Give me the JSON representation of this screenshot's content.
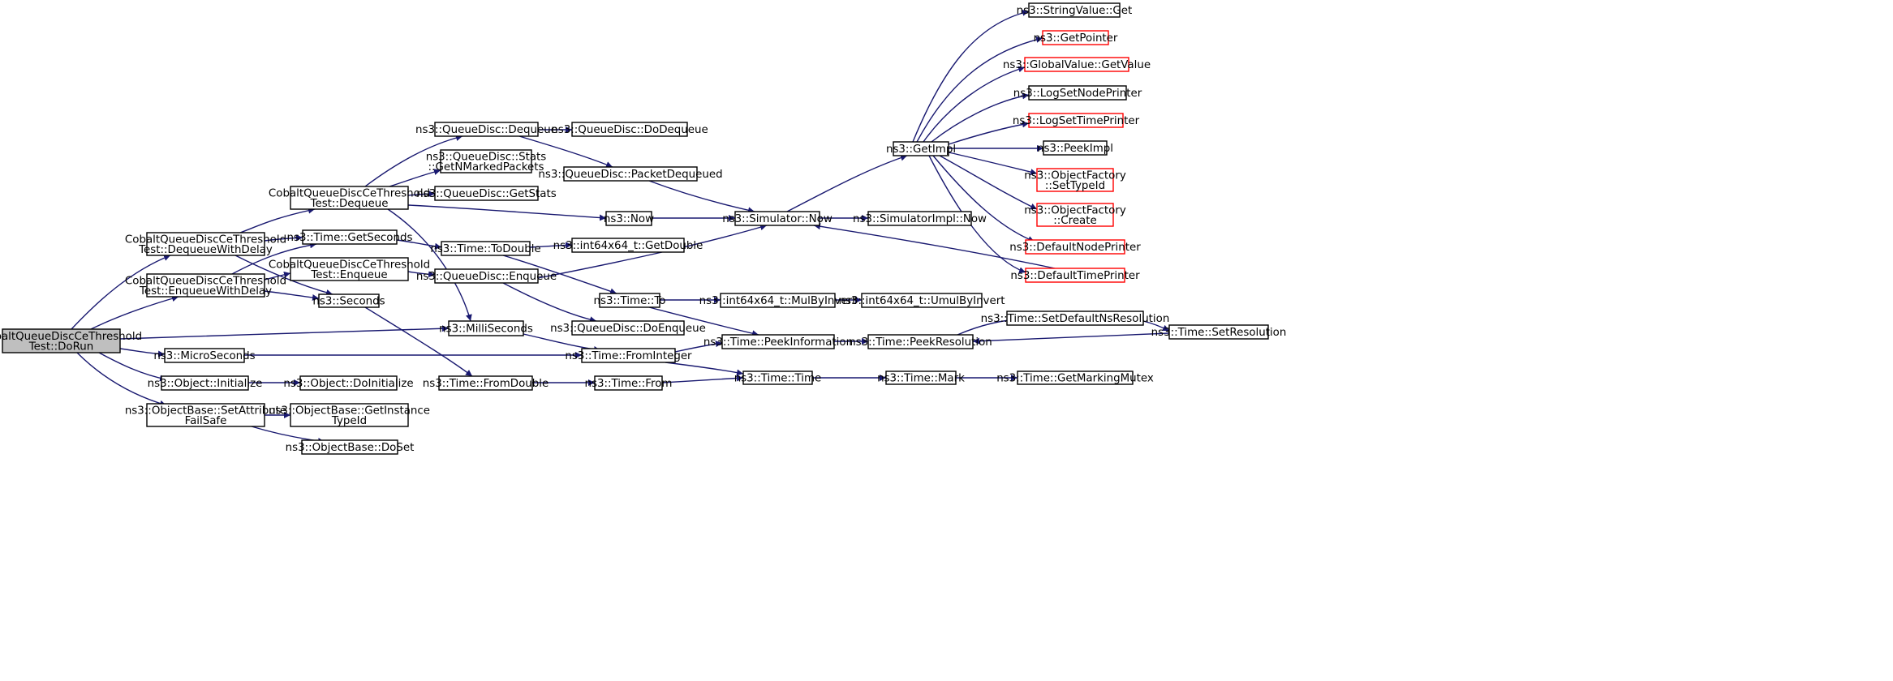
{
  "colors": {
    "edge": "#191970",
    "normal_border": "#000000",
    "truncated_border": "#ff0000",
    "root_fill": "#bfbfbf",
    "node_fill": "#ffffff"
  },
  "nodes": [
    {
      "id": "dorun",
      "lines": [
        "CobaltQueueDiscCeThreshold",
        "Test::DoRun"
      ],
      "style": "root"
    },
    {
      "id": "dequeuewithdelay",
      "lines": [
        "CobaltQueueDiscCeThreshold",
        "Test::DequeueWithDelay"
      ],
      "style": "normal"
    },
    {
      "id": "enqueuewithdelay",
      "lines": [
        "CobaltQueueDiscCeThreshold",
        "Test::EnqueueWithDelay"
      ],
      "style": "normal"
    },
    {
      "id": "microseconds",
      "lines": [
        "ns3::MicroSeconds"
      ],
      "style": "normal"
    },
    {
      "id": "object-initialize",
      "lines": [
        "ns3::Object::Initialize"
      ],
      "style": "normal"
    },
    {
      "id": "setattributefailsafe",
      "lines": [
        "ns3::ObjectBase::SetAttribute",
        "FailSafe"
      ],
      "style": "normal"
    },
    {
      "id": "test-dequeue",
      "lines": [
        "CobaltQueueDiscCeThreshold",
        "Test::Dequeue"
      ],
      "style": "normal"
    },
    {
      "id": "time-getseconds",
      "lines": [
        "ns3::Time::GetSeconds"
      ],
      "style": "normal"
    },
    {
      "id": "test-enqueue",
      "lines": [
        "CobaltQueueDiscCeThreshold",
        "Test::Enqueue"
      ],
      "style": "normal"
    },
    {
      "id": "seconds",
      "lines": [
        "ns3::Seconds"
      ],
      "style": "normal"
    },
    {
      "id": "object-doinitialize",
      "lines": [
        "ns3::Object::DoInitialize"
      ],
      "style": "normal"
    },
    {
      "id": "getinstancetypeid",
      "lines": [
        "ns3::ObjectBase::GetInstance",
        "TypeId"
      ],
      "style": "normal"
    },
    {
      "id": "objectbase-doset",
      "lines": [
        "ns3::ObjectBase::DoSet"
      ],
      "style": "normal"
    },
    {
      "id": "qd-dequeue",
      "lines": [
        "ns3::QueueDisc::Dequeue"
      ],
      "style": "normal"
    },
    {
      "id": "qd-stats-getnmarked",
      "lines": [
        "ns3::QueueDisc::Stats",
        "::GetNMarkedPackets"
      ],
      "style": "normal"
    },
    {
      "id": "qd-getstats",
      "lines": [
        "ns3::QueueDisc::GetStats"
      ],
      "style": "normal"
    },
    {
      "id": "time-todouble",
      "lines": [
        "ns3::Time::ToDouble"
      ],
      "style": "normal"
    },
    {
      "id": "qd-enqueue",
      "lines": [
        "ns3::QueueDisc::Enqueue"
      ],
      "style": "normal"
    },
    {
      "id": "milliseconds",
      "lines": [
        "ns3::MilliSeconds"
      ],
      "style": "normal"
    },
    {
      "id": "time-fromdouble",
      "lines": [
        "ns3::Time::FromDouble"
      ],
      "style": "normal"
    },
    {
      "id": "qd-dodequeue",
      "lines": [
        "ns3::QueueDisc::DoDequeue"
      ],
      "style": "normal"
    },
    {
      "id": "qd-packetdequeued",
      "lines": [
        "ns3::QueueDisc::PacketDequeued"
      ],
      "style": "normal"
    },
    {
      "id": "now",
      "lines": [
        "ns3::Now"
      ],
      "style": "normal"
    },
    {
      "id": "getdouble",
      "lines": [
        "ns3::int64x64_t::GetDouble"
      ],
      "style": "normal"
    },
    {
      "id": "time-to",
      "lines": [
        "ns3::Time::To"
      ],
      "style": "normal"
    },
    {
      "id": "qd-doenqueue",
      "lines": [
        "ns3::QueueDisc::DoEnqueue"
      ],
      "style": "normal"
    },
    {
      "id": "time-frominteger",
      "lines": [
        "ns3::Time::FromInteger"
      ],
      "style": "normal"
    },
    {
      "id": "time-from",
      "lines": [
        "ns3::Time::From"
      ],
      "style": "normal"
    },
    {
      "id": "simulator-now",
      "lines": [
        "ns3::Simulator::Now"
      ],
      "style": "normal"
    },
    {
      "id": "mulbyinvert",
      "lines": [
        "ns3::int64x64_t::MulByInvert"
      ],
      "style": "normal"
    },
    {
      "id": "time-peekinformation",
      "lines": [
        "ns3::Time::PeekInformation"
      ],
      "style": "normal"
    },
    {
      "id": "time-time",
      "lines": [
        "ns3::Time::Time"
      ],
      "style": "normal"
    },
    {
      "id": "getimpl",
      "lines": [
        "ns3::GetImpl"
      ],
      "style": "normal"
    },
    {
      "id": "simulatorimpl-now",
      "lines": [
        "ns3::SimulatorImpl::Now"
      ],
      "style": "normal"
    },
    {
      "id": "umulbyinvert",
      "lines": [
        "ns3::int64x64_t::UmulByInvert"
      ],
      "style": "normal"
    },
    {
      "id": "time-peekresolution",
      "lines": [
        "ns3::Time::PeekResolution"
      ],
      "style": "normal"
    },
    {
      "id": "time-mark",
      "lines": [
        "ns3::Time::Mark"
      ],
      "style": "normal"
    },
    {
      "id": "stringvalue-get",
      "lines": [
        "ns3::StringValue::Get"
      ],
      "style": "normal"
    },
    {
      "id": "getpointer",
      "lines": [
        "ns3::GetPointer"
      ],
      "style": "truncated"
    },
    {
      "id": "globalvalue-getvalue",
      "lines": [
        "ns3::GlobalValue::GetValue"
      ],
      "style": "truncated"
    },
    {
      "id": "logsetnodeprinter",
      "lines": [
        "ns3::LogSetNodePrinter"
      ],
      "style": "normal"
    },
    {
      "id": "logsettimeprinter",
      "lines": [
        "ns3::LogSetTimePrinter"
      ],
      "style": "truncated"
    },
    {
      "id": "peekimpl",
      "lines": [
        "ns3::PeekImpl"
      ],
      "style": "normal"
    },
    {
      "id": "objectfactory-settypeid",
      "lines": [
        "ns3::ObjectFactory",
        "::SetTypeId"
      ],
      "style": "truncated"
    },
    {
      "id": "objectfactory-create",
      "lines": [
        "ns3::ObjectFactory",
        "::Create"
      ],
      "style": "truncated"
    },
    {
      "id": "defaultnodeprinter",
      "lines": [
        "ns3::DefaultNodePrinter"
      ],
      "style": "truncated"
    },
    {
      "id": "defaulttimeprinter",
      "lines": [
        "ns3::DefaultTimePrinter"
      ],
      "style": "truncated"
    },
    {
      "id": "time-setdefaultnsresolution",
      "lines": [
        "ns3::Time::SetDefaultNsResolution"
      ],
      "style": "normal"
    },
    {
      "id": "time-setresolution",
      "lines": [
        "ns3::Time::SetResolution"
      ],
      "style": "normal"
    },
    {
      "id": "time-getmarkingmutex",
      "lines": [
        "ns3::Time::GetMarkingMutex"
      ],
      "style": "normal"
    }
  ],
  "edges": [
    {
      "from": "dorun",
      "to": "dequeuewithdelay"
    },
    {
      "from": "dorun",
      "to": "enqueuewithdelay"
    },
    {
      "from": "dorun",
      "to": "milliseconds"
    },
    {
      "from": "dorun",
      "to": "microseconds"
    },
    {
      "from": "dorun",
      "to": "object-initialize"
    },
    {
      "from": "dorun",
      "to": "setattributefailsafe"
    },
    {
      "from": "dequeuewithdelay",
      "to": "test-dequeue"
    },
    {
      "from": "dequeuewithdelay",
      "to": "time-getseconds"
    },
    {
      "from": "dequeuewithdelay",
      "to": "seconds"
    },
    {
      "from": "enqueuewithdelay",
      "to": "time-getseconds"
    },
    {
      "from": "enqueuewithdelay",
      "to": "test-enqueue"
    },
    {
      "from": "enqueuewithdelay",
      "to": "seconds"
    },
    {
      "from": "microseconds",
      "to": "time-frominteger"
    },
    {
      "from": "object-initialize",
      "to": "object-doinitialize"
    },
    {
      "from": "setattributefailsafe",
      "to": "getinstancetypeid"
    },
    {
      "from": "setattributefailsafe",
      "to": "objectbase-doset"
    },
    {
      "from": "test-dequeue",
      "to": "qd-dequeue"
    },
    {
      "from": "test-dequeue",
      "to": "qd-stats-getnmarked"
    },
    {
      "from": "test-dequeue",
      "to": "qd-getstats"
    },
    {
      "from": "test-dequeue",
      "to": "now"
    },
    {
      "from": "test-dequeue",
      "to": "milliseconds"
    },
    {
      "from": "time-getseconds",
      "to": "time-todouble"
    },
    {
      "from": "test-enqueue",
      "to": "qd-enqueue"
    },
    {
      "from": "seconds",
      "to": "time-fromdouble"
    },
    {
      "from": "qd-dequeue",
      "to": "qd-dodequeue"
    },
    {
      "from": "qd-dequeue",
      "to": "qd-packetdequeued"
    },
    {
      "from": "time-todouble",
      "to": "getdouble"
    },
    {
      "from": "time-todouble",
      "to": "time-to"
    },
    {
      "from": "qd-enqueue",
      "to": "simulator-now"
    },
    {
      "from": "qd-enqueue",
      "to": "qd-doenqueue"
    },
    {
      "from": "milliseconds",
      "to": "time-frominteger"
    },
    {
      "from": "time-fromdouble",
      "to": "time-from"
    },
    {
      "from": "qd-packetdequeued",
      "to": "simulator-now"
    },
    {
      "from": "now",
      "to": "simulator-now"
    },
    {
      "from": "time-to",
      "to": "mulbyinvert"
    },
    {
      "from": "time-to",
      "to": "time-peekinformation"
    },
    {
      "from": "time-frominteger",
      "to": "time-peekinformation"
    },
    {
      "from": "time-frominteger",
      "to": "time-time"
    },
    {
      "from": "time-from",
      "to": "time-time"
    },
    {
      "from": "simulator-now",
      "to": "getimpl"
    },
    {
      "from": "simulator-now",
      "to": "simulatorimpl-now"
    },
    {
      "from": "mulbyinvert",
      "to": "umulbyinvert"
    },
    {
      "from": "time-peekinformation",
      "to": "time-peekresolution"
    },
    {
      "from": "time-time",
      "to": "time-mark"
    },
    {
      "from": "getimpl",
      "to": "stringvalue-get"
    },
    {
      "from": "getimpl",
      "to": "getpointer"
    },
    {
      "from": "getimpl",
      "to": "globalvalue-getvalue"
    },
    {
      "from": "getimpl",
      "to": "logsetnodeprinter"
    },
    {
      "from": "getimpl",
      "to": "logsettimeprinter"
    },
    {
      "from": "getimpl",
      "to": "peekimpl"
    },
    {
      "from": "getimpl",
      "to": "objectfactory-settypeid"
    },
    {
      "from": "getimpl",
      "to": "objectfactory-create"
    },
    {
      "from": "getimpl",
      "to": "defaultnodeprinter"
    },
    {
      "from": "getimpl",
      "to": "defaulttimeprinter"
    },
    {
      "from": "defaulttimeprinter",
      "to": "simulator-now"
    },
    {
      "from": "time-peekresolution",
      "to": "time-setdefaultnsresolution"
    },
    {
      "from": "time-setdefaultnsresolution",
      "to": "time-setresolution"
    },
    {
      "from": "time-setresolution",
      "to": "time-peekresolution"
    },
    {
      "from": "time-mark",
      "to": "time-getmarkingmutex"
    }
  ]
}
